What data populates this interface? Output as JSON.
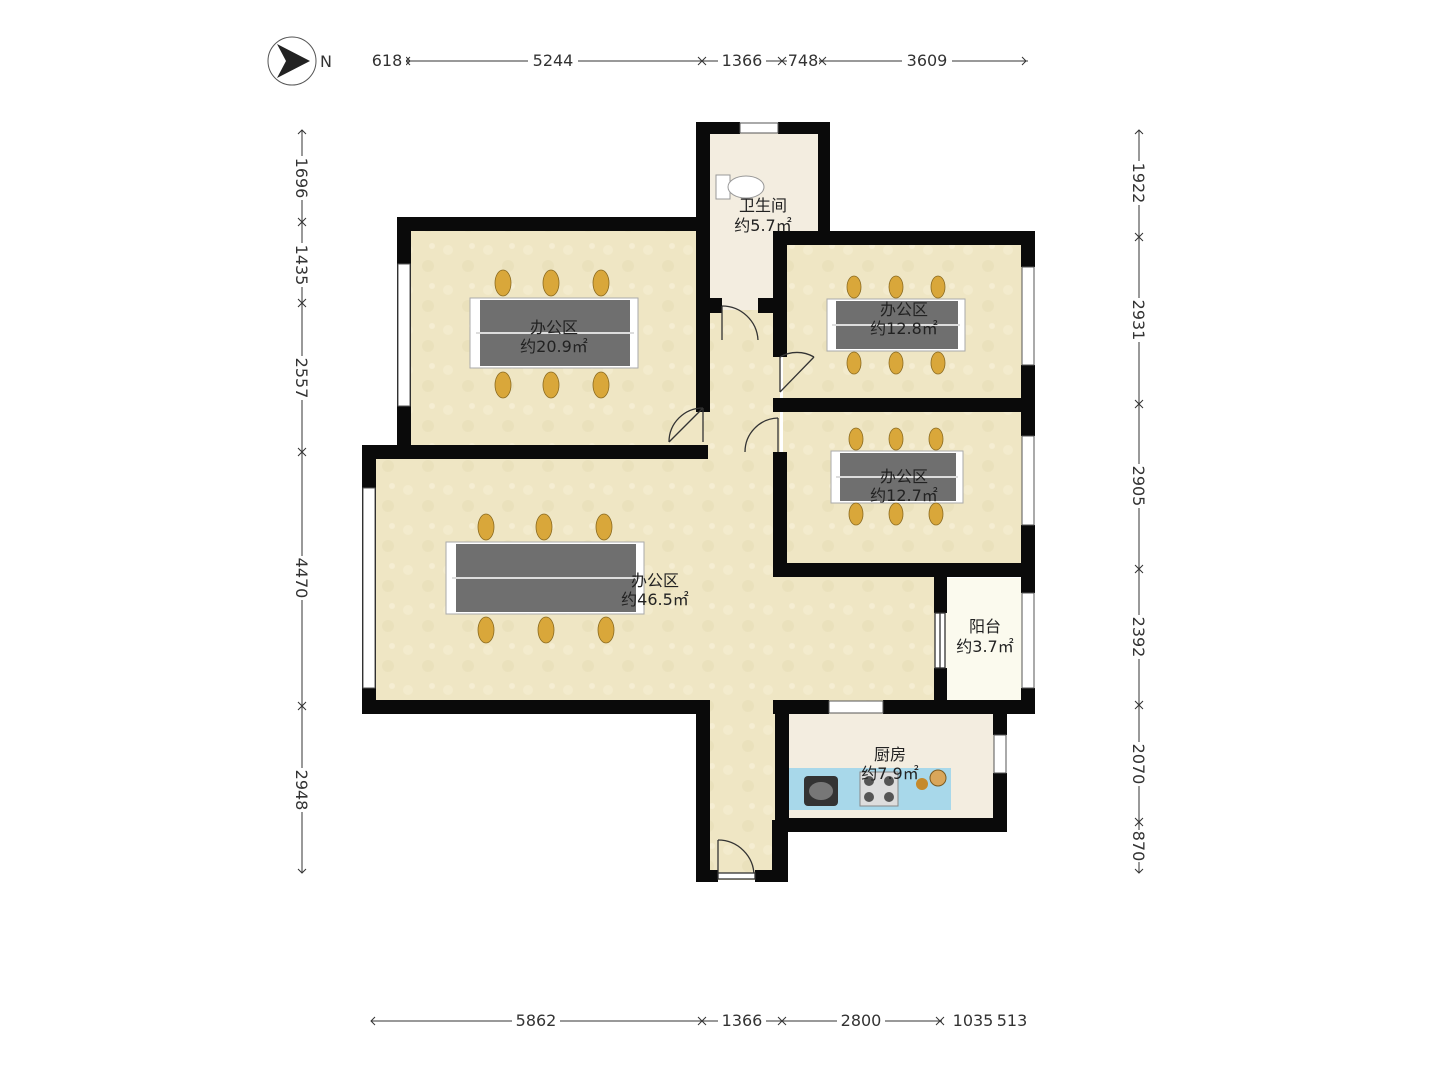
{
  "compass": {
    "label": "N"
  },
  "dims": {
    "top": [
      "618",
      "5244",
      "1366",
      "748",
      "3609"
    ],
    "bottom": [
      "5862",
      "1366",
      "2800",
      "1035",
      "513"
    ],
    "left": [
      "1696",
      "1435",
      "2557",
      "4470",
      "2948"
    ],
    "right": [
      "1922",
      "2931",
      "2905",
      "2392",
      "2070",
      "870"
    ]
  },
  "rooms": {
    "bathroom": {
      "name": "卫生间",
      "area": "约5.7㎡"
    },
    "office_nw": {
      "name": "办公区",
      "area": "约20.9㎡"
    },
    "office_ne": {
      "name": "办公区",
      "area": "约12.8㎡"
    },
    "office_e": {
      "name": "办公区",
      "area": "约12.7㎡"
    },
    "office_main": {
      "name": "办公区",
      "area": "约46.5㎡"
    },
    "balcony": {
      "name": "阳台",
      "area": "约3.7㎡"
    },
    "kitchen": {
      "name": "厨房",
      "area": "约7.9㎡"
    }
  },
  "colors": {
    "wall": "#0a0a0a",
    "floor": "#efe6c4",
    "floor_light": "#f3ede0",
    "balcony_floor": "#fbfaee",
    "desk": "#6f6f6f",
    "chair": "#d9a73a",
    "counter": "#a8d8ea"
  }
}
